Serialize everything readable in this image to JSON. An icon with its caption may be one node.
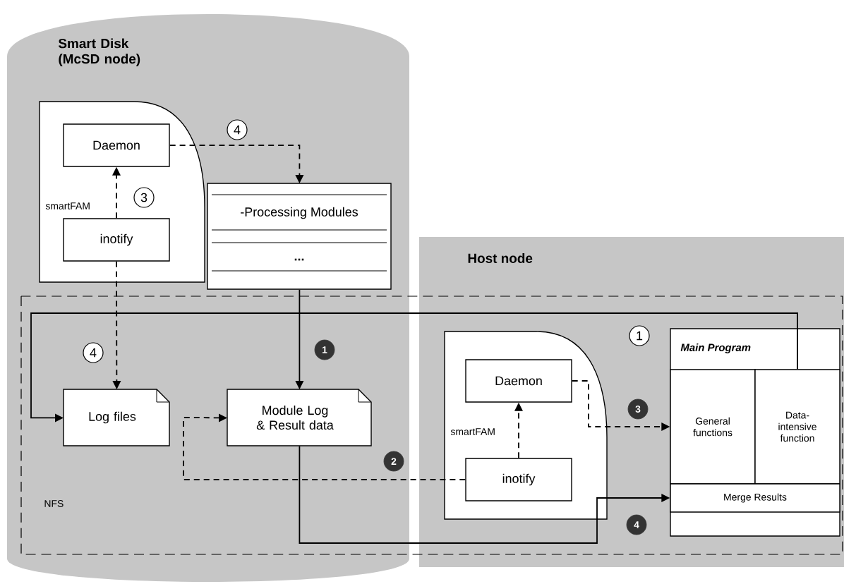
{
  "diagram": {
    "nodes": [
      {
        "text": [
          "Smart Disk (McSD node)"
        ]
      },
      {
        "text": [
          "Host node"
        ]
      },
      {
        "text": [
          "smartFAM"
        ],
        "in": 0
      },
      {
        "text": [
          "Daemon"
        ],
        "in": 2
      },
      {
        "text": [
          "inotify"
        ],
        "in": 2
      },
      {
        "text": [
          "-Processing Modules",
          "..."
        ],
        "in": 0
      },
      {
        "text": [
          "Log files"
        ],
        "in": 0
      },
      {
        "text": [
          "Module Log & Result data"
        ],
        "in": 0
      },
      {
        "text": [
          "smartFAM"
        ],
        "in": 1
      },
      {
        "text": [
          "Daemon"
        ],
        "in": 8
      },
      {
        "text": [
          "inotify"
        ],
        "in": 8
      },
      {
        "text": [
          "Main Program"
        ],
        "in": 1
      },
      {
        "text": [
          "General functions"
        ],
        "in": 11
      },
      {
        "text": [
          "Data-intensive function"
        ],
        "in": 11
      },
      {
        "text": [
          "Merge Results"
        ],
        "in": 11
      }
    ],
    "edges": [
      {
        "from": 3,
        "to": 5,
        "arrow": "to",
        "style": "dashed",
        "label": "4"
      },
      {
        "from": 4,
        "to": 3,
        "arrow": "to",
        "style": "dashed",
        "label": "3"
      },
      {
        "from": 4,
        "to": 6,
        "arrow": "to",
        "style": "dashed",
        "label": "4"
      },
      {
        "from": 5,
        "to": 7,
        "arrow": "to",
        "label": "1"
      },
      {
        "from": 13,
        "to": 6,
        "arrow": "to",
        "label": "1"
      },
      {
        "from": 10,
        "to": 7,
        "arrow": "to",
        "style": "dashed",
        "label": "2"
      },
      {
        "from": 10,
        "to": 9,
        "arrow": "to",
        "style": "dashed"
      },
      {
        "from": 9,
        "to": 12,
        "arrow": "to",
        "style": "dashed",
        "label": "3"
      },
      {
        "from": 7,
        "to": 14,
        "arrow": "to",
        "label": "4"
      }
    ],
    "labels": [
      "NFS"
    ]
  }
}
